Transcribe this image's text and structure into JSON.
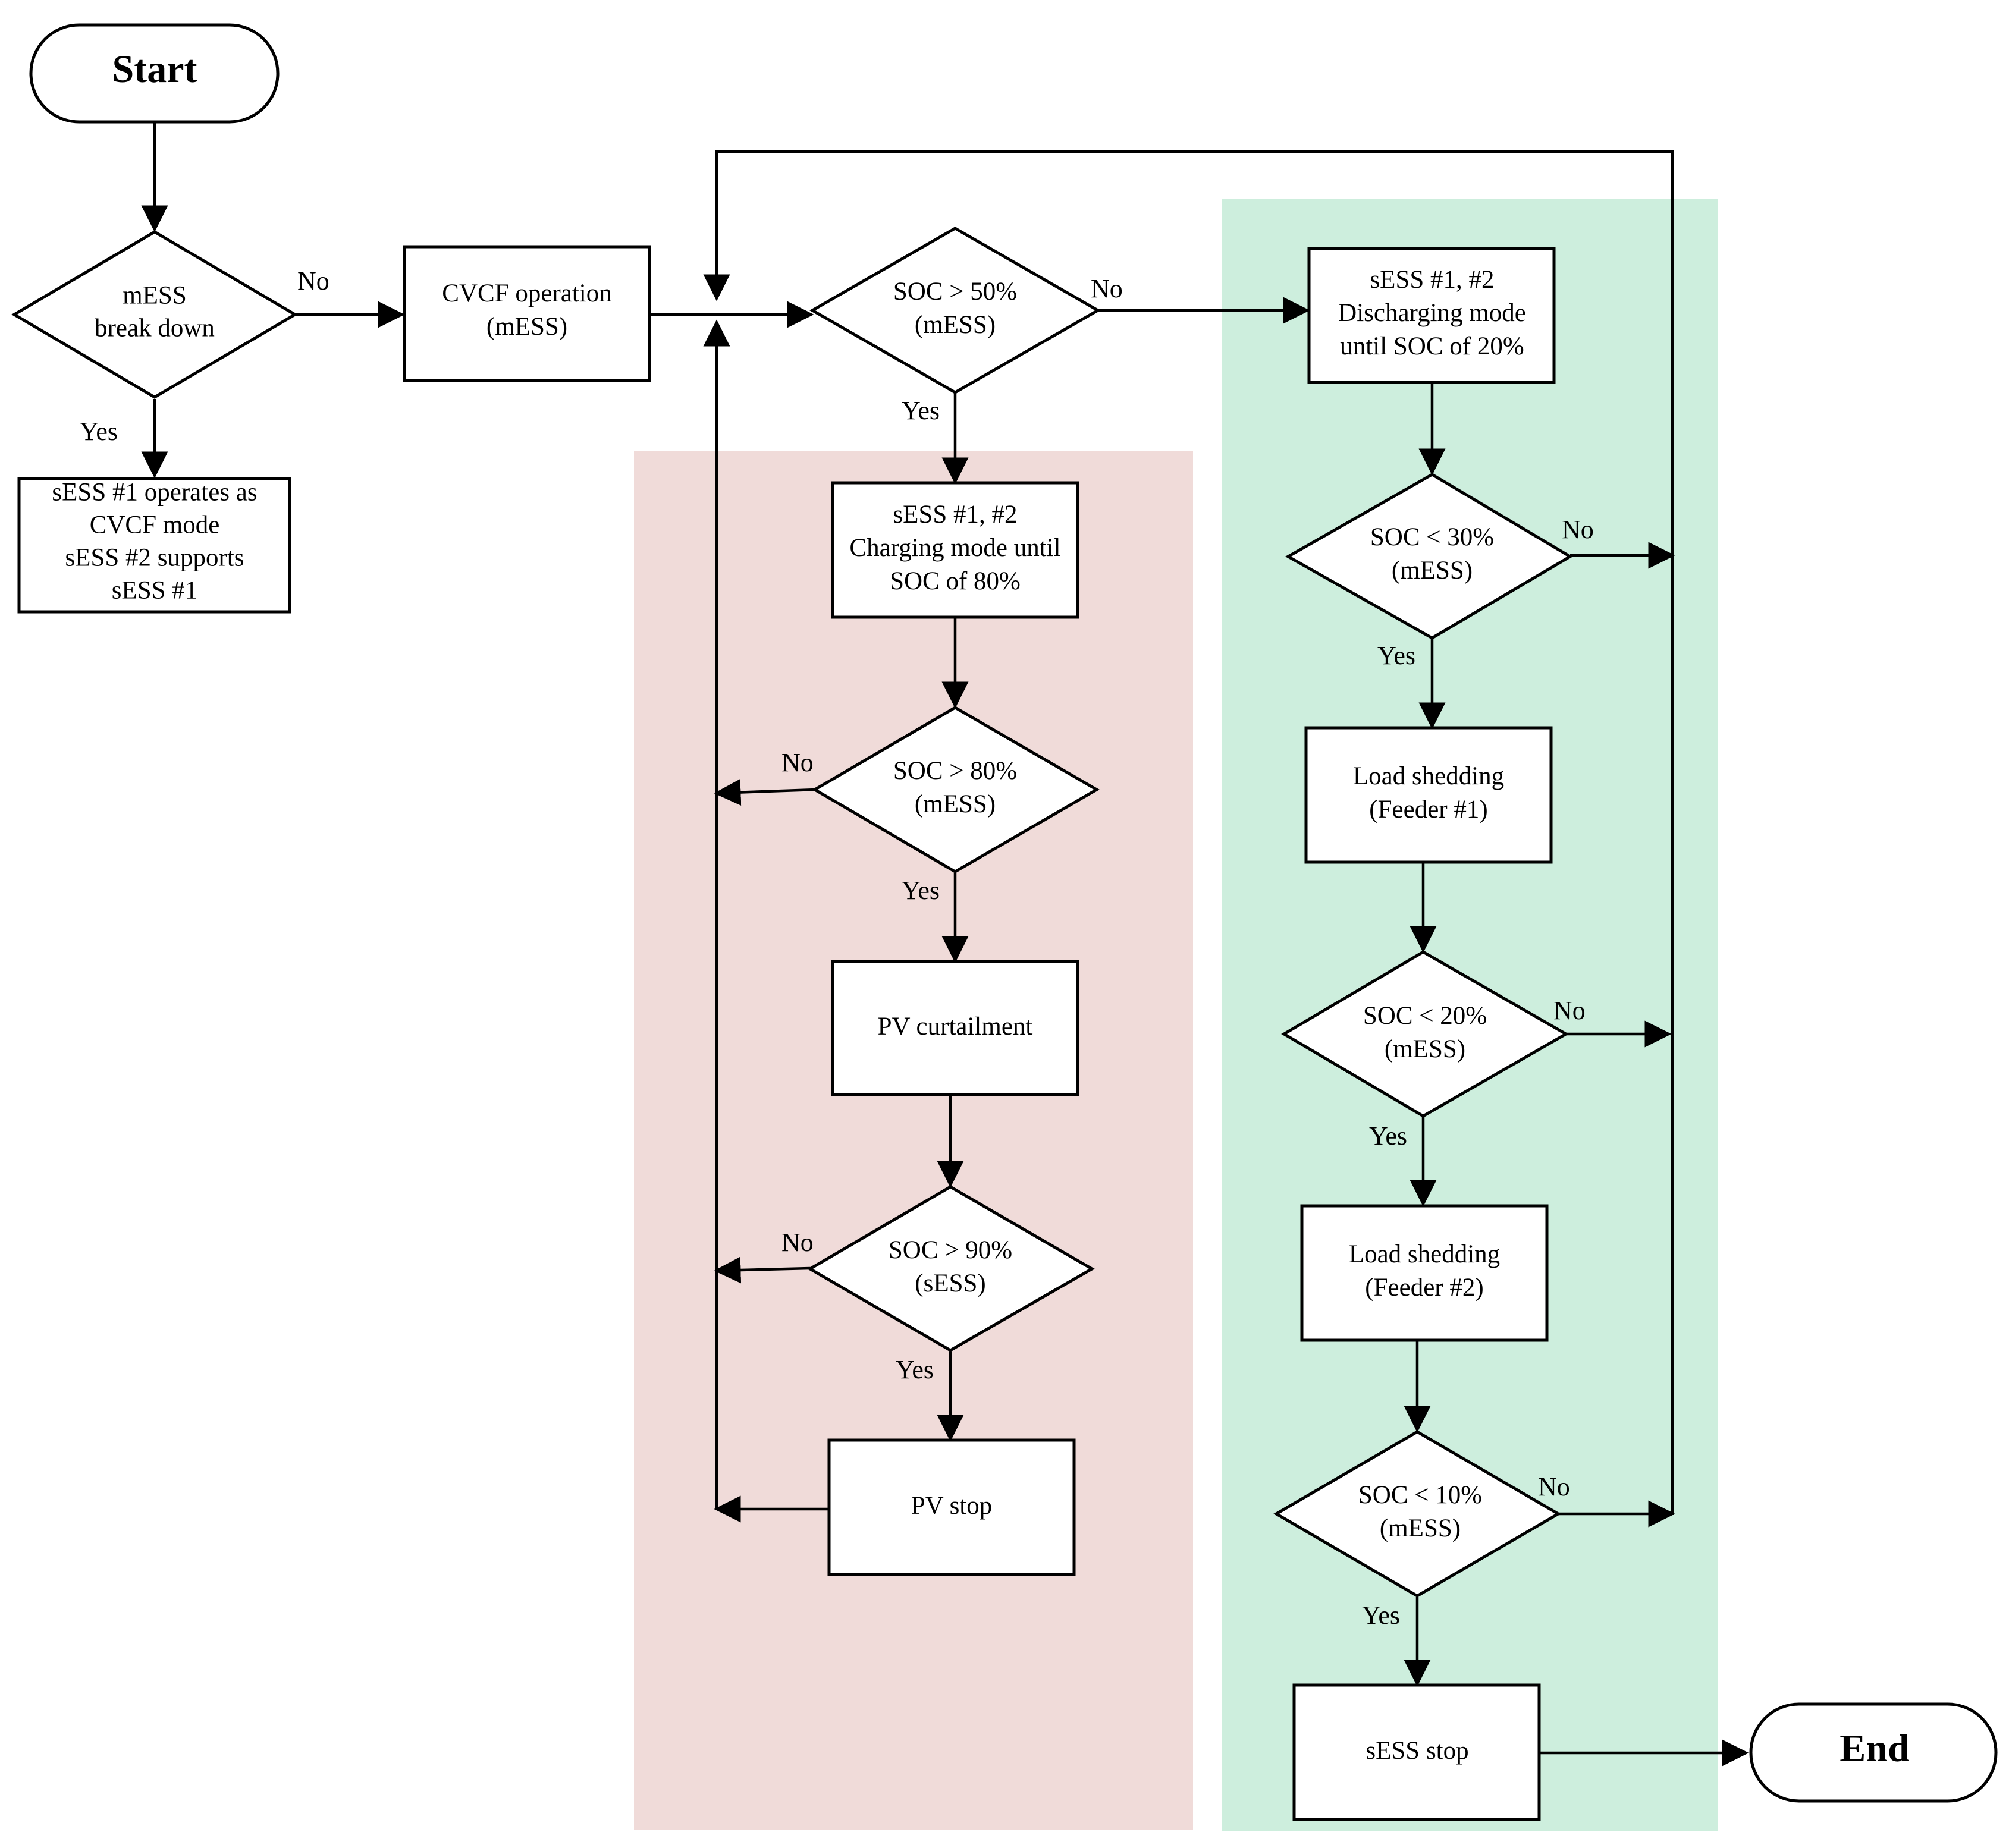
{
  "regions": {
    "charging_region_color": "#f0dbd9",
    "discharging_region_color": "#cdeedd"
  },
  "nodes": {
    "start": {
      "lines": [
        "Start"
      ]
    },
    "d_break": {
      "lines": [
        "mESS",
        "break down"
      ]
    },
    "p_sess1": {
      "lines": [
        "sESS #1 operates as",
        "CVCF mode",
        "sESS #2 supports",
        "sESS #1"
      ]
    },
    "p_cvcf": {
      "lines": [
        "CVCF operation",
        "(mESS)"
      ]
    },
    "d_50": {
      "lines": [
        "SOC > 50%",
        "(mESS)"
      ]
    },
    "p_charge": {
      "lines": [
        "sESS #1, #2",
        "Charging mode until",
        "SOC of 80%"
      ]
    },
    "d_80": {
      "lines": [
        "SOC > 80%",
        "(mESS)"
      ]
    },
    "p_pvcurt": {
      "lines": [
        "PV curtailment"
      ]
    },
    "d_90": {
      "lines": [
        "SOC > 90%",
        "(sESS)"
      ]
    },
    "p_pvstop": {
      "lines": [
        "PV stop"
      ]
    },
    "p_discharge": {
      "lines": [
        "sESS #1, #2",
        "Discharging mode",
        "until SOC of 20%"
      ]
    },
    "d_30": {
      "lines": [
        "SOC < 30%",
        "(mESS)"
      ]
    },
    "p_shed1": {
      "lines": [
        "Load shedding",
        "(Feeder #1)"
      ]
    },
    "d_20": {
      "lines": [
        "SOC < 20%",
        "(mESS)"
      ]
    },
    "p_shed2": {
      "lines": [
        "Load shedding",
        "(Feeder #2)"
      ]
    },
    "d_10": {
      "lines": [
        "SOC < 10%",
        "(mESS)"
      ]
    },
    "p_sessstop": {
      "lines": [
        "sESS stop"
      ]
    },
    "end": {
      "lines": [
        "End"
      ]
    }
  },
  "edge_labels": {
    "break_no": "No",
    "break_yes": "Yes",
    "soc50_no": "No",
    "soc50_yes": "Yes",
    "soc80_no": "No",
    "soc80_yes": "Yes",
    "soc90_no": "No",
    "soc90_yes": "Yes",
    "soc30_no": "No",
    "soc30_yes": "Yes",
    "soc20_no": "No",
    "soc20_yes": "Yes",
    "soc10_no": "No",
    "soc10_yes": "Yes"
  }
}
